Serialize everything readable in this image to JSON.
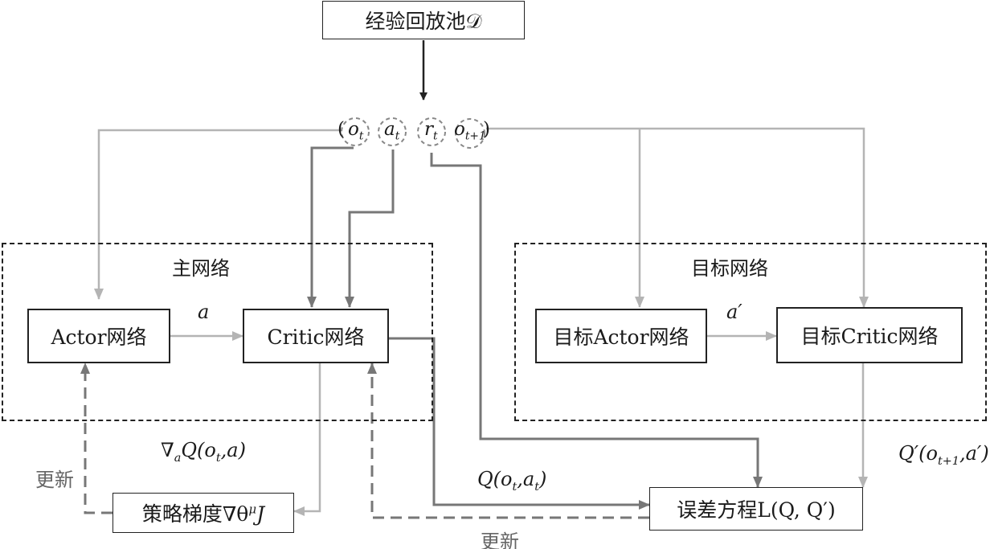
{
  "nodes": {
    "replay": "经验回放池𝒟",
    "actor": "Actor网络",
    "critic": "Critic网络",
    "target_actor": "目标Actor网络",
    "target_critic": "目标Critic网络",
    "policy_gradient": "策略梯度∇θ",
    "policy_gradient_sup": "μ",
    "policy_gradient_tail": "J",
    "loss": "误差方程L(Q, Q′)"
  },
  "groups": {
    "main": "主网络",
    "target": "目标网络"
  },
  "tuple": {
    "open": "(",
    "o": "o",
    "o_sub": "t",
    "a": "a",
    "a_sub": "t",
    "r": "r",
    "r_sub": "t",
    "o_next": "o",
    "o_next_sub": "t+1",
    "close": ")"
  },
  "edge_labels": {
    "a": "a",
    "a_prime": "a′",
    "grad_q": "∇",
    "grad_q_sub": "a",
    "grad_q_rest": "Q(o",
    "grad_q_rest_sub": "t",
    "grad_q_tail": ",a)",
    "q_ot_at": "Q(o",
    "q_ot_at_sub1": "t",
    "q_ot_at_mid": ",a",
    "q_ot_at_sub2": "t",
    "q_ot_at_tail": ")",
    "q_prime": "Q′(o",
    "q_prime_sub": "t+1",
    "q_prime_tail": ",a′)",
    "update_left": "更新",
    "update_bottom": "更新"
  },
  "colors": {
    "dark": "#222222",
    "mid_grey": "#777777",
    "light_grey": "#b4b4b4"
  }
}
